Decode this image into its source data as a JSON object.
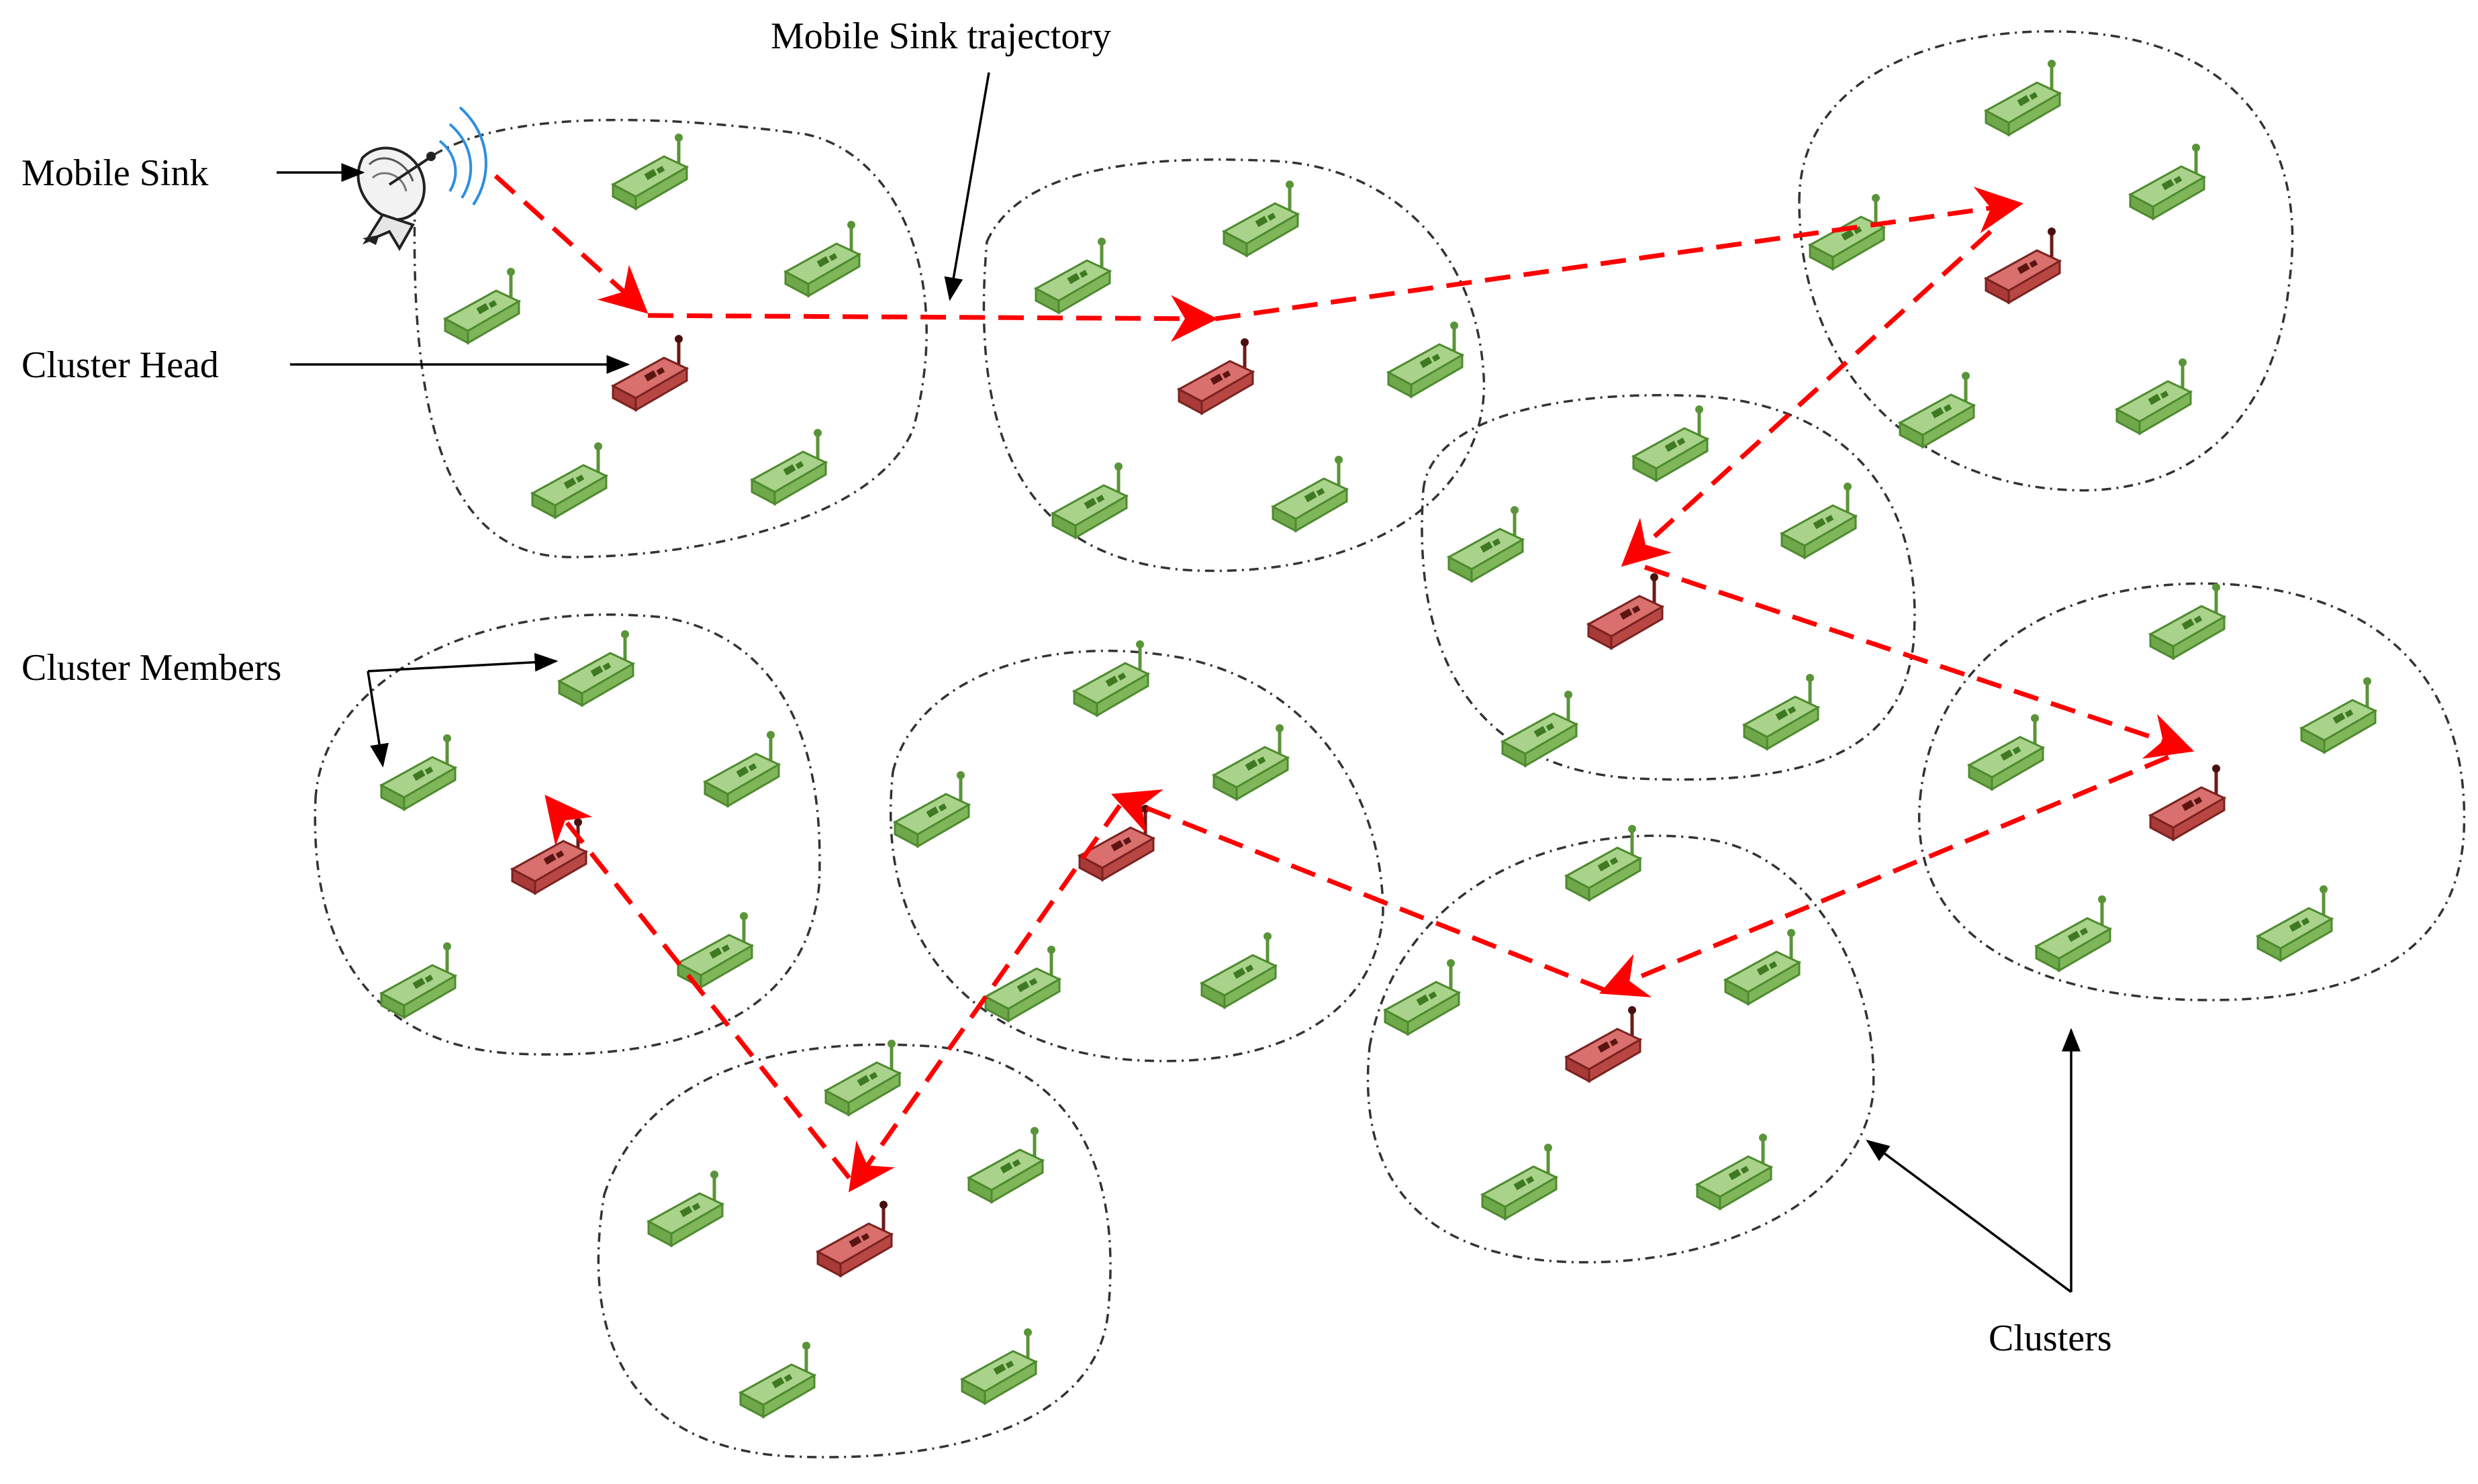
{
  "labels": {
    "mobile_sink": "Mobile  Sink",
    "trajectory": "Mobile  Sink trajectory",
    "cluster_head": "Cluster  Head",
    "cluster_members": "Cluster  Members",
    "clusters": "Clusters"
  },
  "colors": {
    "member_fill": "#8dc06a",
    "member_stroke": "#4f8a2f",
    "head_fill": "#c0504d",
    "head_stroke": "#7a2220",
    "trajectory": "#ff0000",
    "cluster_outline": "#333333",
    "signal": "#2e8fe0"
  },
  "icons": {
    "sink": "satellite-dish-icon",
    "member": "sensor-node-icon",
    "head": "cluster-head-node-icon"
  }
}
